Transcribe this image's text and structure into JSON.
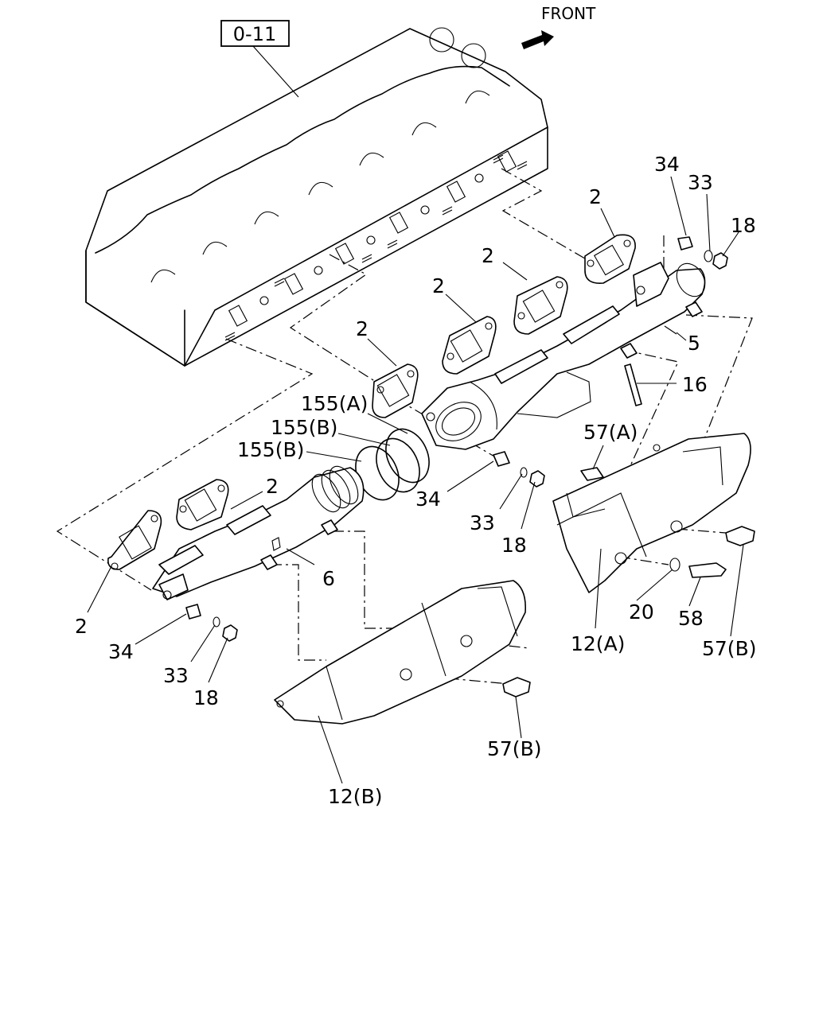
{
  "reference_box": "0-11",
  "front_label": "FRONT",
  "callouts": [
    {
      "id": "c-2-a",
      "text": "2"
    },
    {
      "id": "c-34-tr",
      "text": "34"
    },
    {
      "id": "c-33-tr",
      "text": "33"
    },
    {
      "id": "c-18-tr",
      "text": "18"
    },
    {
      "id": "c-2-b",
      "text": "2"
    },
    {
      "id": "c-2-c",
      "text": "2"
    },
    {
      "id": "c-2-d",
      "text": "2"
    },
    {
      "id": "c-5",
      "text": "5"
    },
    {
      "id": "c-16",
      "text": "16"
    },
    {
      "id": "c-155a",
      "text": "155(A)"
    },
    {
      "id": "c-155b-1",
      "text": "155(B)"
    },
    {
      "id": "c-155b-2",
      "text": "155(B)"
    },
    {
      "id": "c-57a",
      "text": "57(A)"
    },
    {
      "id": "c-2-e",
      "text": "2"
    },
    {
      "id": "c-34-m",
      "text": "34"
    },
    {
      "id": "c-33-m",
      "text": "33"
    },
    {
      "id": "c-18-m",
      "text": "18"
    },
    {
      "id": "c-6",
      "text": "6"
    },
    {
      "id": "c-2-f",
      "text": "2"
    },
    {
      "id": "c-34-l",
      "text": "34"
    },
    {
      "id": "c-33-l",
      "text": "33"
    },
    {
      "id": "c-18-l",
      "text": "18"
    },
    {
      "id": "c-20",
      "text": "20"
    },
    {
      "id": "c-58",
      "text": "58"
    },
    {
      "id": "c-12a",
      "text": "12(A)"
    },
    {
      "id": "c-57b-r",
      "text": "57(B)"
    },
    {
      "id": "c-57b-b",
      "text": "57(B)"
    },
    {
      "id": "c-12b",
      "text": "12(B)"
    }
  ]
}
